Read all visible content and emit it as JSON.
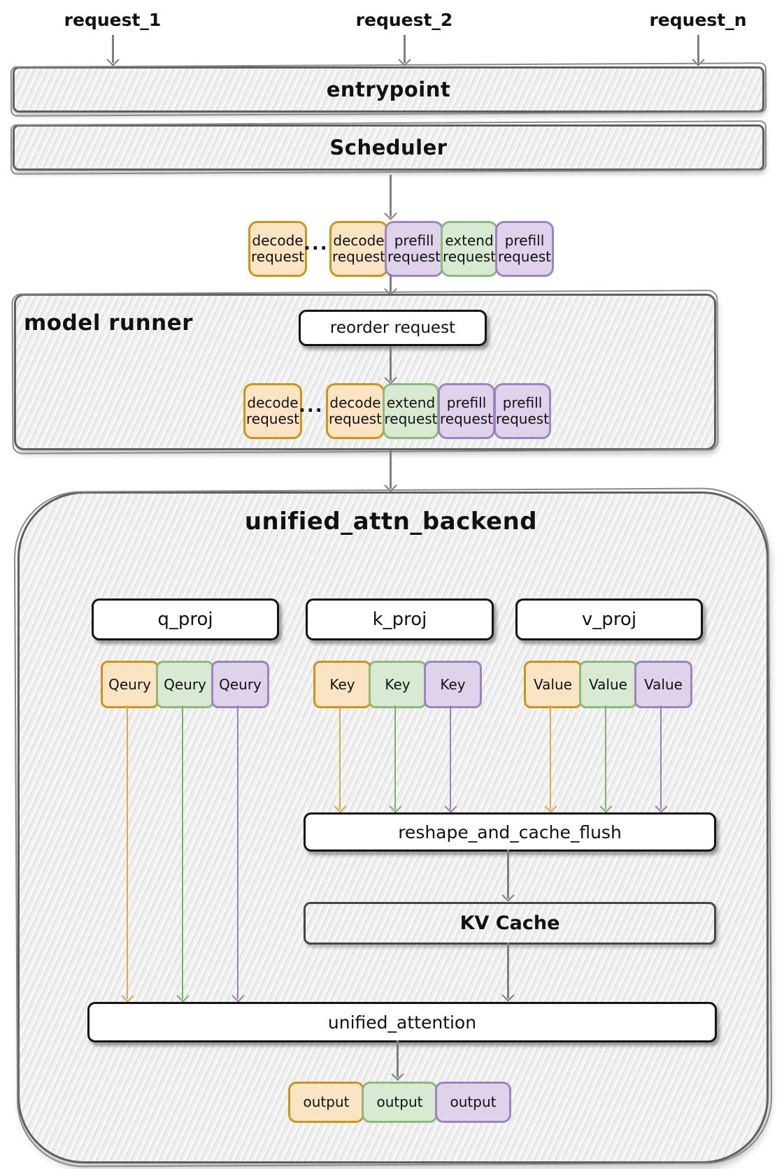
{
  "palette": {
    "orange-border": "#CE9418",
    "orange-fill": "#FBE4C4",
    "green-border": "#8BBB7A",
    "green-fill": "#D9EAD3",
    "purple-border": "#9E84BF",
    "purple-fill": "#DED3EB",
    "arrow-orange": "#D6AC4F",
    "arrow-green": "#7BB368",
    "arrow-purple": "#9B7FB6",
    "arrow-gray": "#7F7F7F"
  },
  "top": {
    "requests": [
      {
        "label": "request_1"
      },
      {
        "label": "request_2"
      },
      {
        "label": "request_n"
      }
    ]
  },
  "entrypoint": {
    "label": "entrypoint"
  },
  "scheduler": {
    "label": "Scheduler"
  },
  "scheduler_queue": {
    "items": [
      {
        "kind": "chip",
        "color": "orange",
        "line1": "decode",
        "line2": "request"
      },
      {
        "kind": "dots",
        "label": "..."
      },
      {
        "kind": "chip",
        "color": "orange",
        "line1": "decode",
        "line2": "request"
      },
      {
        "kind": "chip",
        "color": "purple",
        "line1": "prefill",
        "line2": "request"
      },
      {
        "kind": "chip",
        "color": "green",
        "line1": "extend",
        "line2": "request"
      },
      {
        "kind": "chip",
        "color": "purple",
        "line1": "prefill",
        "line2": "request"
      }
    ]
  },
  "model_runner": {
    "label": "model runner",
    "reorder_label": "reorder request",
    "queue": {
      "items": [
        {
          "kind": "chip",
          "color": "orange",
          "line1": "decode",
          "line2": "request"
        },
        {
          "kind": "dots",
          "label": "..."
        },
        {
          "kind": "chip",
          "color": "orange",
          "line1": "decode",
          "line2": "request"
        },
        {
          "kind": "chip",
          "color": "green",
          "line1": "extend",
          "line2": "request"
        },
        {
          "kind": "chip",
          "color": "purple",
          "line1": "prefill",
          "line2": "request"
        },
        {
          "kind": "chip",
          "color": "purple",
          "line1": "prefill",
          "line2": "request"
        }
      ]
    }
  },
  "backend": {
    "title": "unified_attn_backend",
    "proj": [
      {
        "label": "q_proj"
      },
      {
        "label": "k_proj"
      },
      {
        "label": "v_proj"
      }
    ],
    "queries": [
      {
        "label": "Qeury"
      },
      {
        "label": "Qeury"
      },
      {
        "label": "Qeury"
      }
    ],
    "keys": [
      {
        "label": "Key"
      },
      {
        "label": "Key"
      },
      {
        "label": "Key"
      }
    ],
    "values": [
      {
        "label": "Value"
      },
      {
        "label": "Value"
      },
      {
        "label": "Value"
      }
    ],
    "reshape_label": "reshape_and_cache_flush",
    "kv_cache_label": "KV Cache",
    "unified_attention_label": "unified_attention",
    "outputs": [
      {
        "label": "output"
      },
      {
        "label": "output"
      },
      {
        "label": "output"
      }
    ]
  }
}
